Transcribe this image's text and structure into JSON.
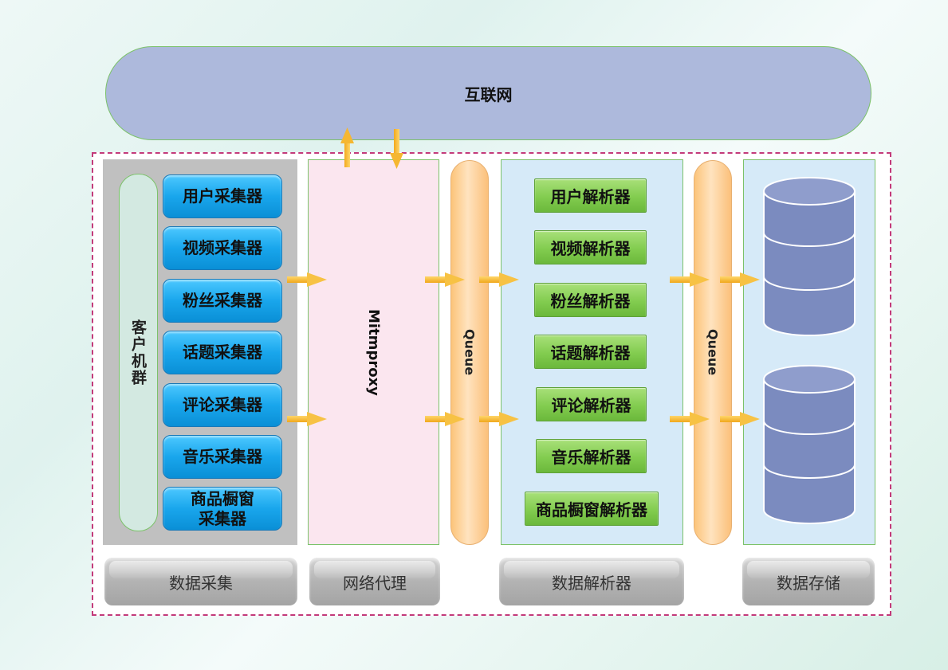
{
  "internet": {
    "label": "互联网"
  },
  "client_cluster": {
    "label": "客户机群"
  },
  "collectors": [
    {
      "label": "用户采集器"
    },
    {
      "label": "视频采集器"
    },
    {
      "label": "粉丝采集器"
    },
    {
      "label": "话题采集器"
    },
    {
      "label": "评论采集器"
    },
    {
      "label": "音乐采集器"
    },
    {
      "label": "商品橱窗\n采集器"
    }
  ],
  "proxy": {
    "label": "Mitmproxy"
  },
  "queues": [
    {
      "label": "Queue"
    },
    {
      "label": "Queue"
    }
  ],
  "parsers": [
    {
      "label": "用户解析器"
    },
    {
      "label": "视频解析器"
    },
    {
      "label": "粉丝解析器"
    },
    {
      "label": "话题解析器"
    },
    {
      "label": "评论解析器"
    },
    {
      "label": "音乐解析器"
    },
    {
      "label": "商品橱窗解析器"
    }
  ],
  "categories": {
    "collection": "数据采集",
    "proxy": "网络代理",
    "parser": "数据解析器",
    "storage": "数据存储"
  },
  "colors": {
    "internet": "#adb9dc",
    "collector": "#19a6ec",
    "parser": "#82cc4f",
    "queue": "#fcc47a",
    "database": "#7b8bbf",
    "arrow": "#f5b731",
    "border_dash": "#c33a7a"
  },
  "icons": {
    "database": "database-icon",
    "arrow": "arrow-right-icon"
  }
}
